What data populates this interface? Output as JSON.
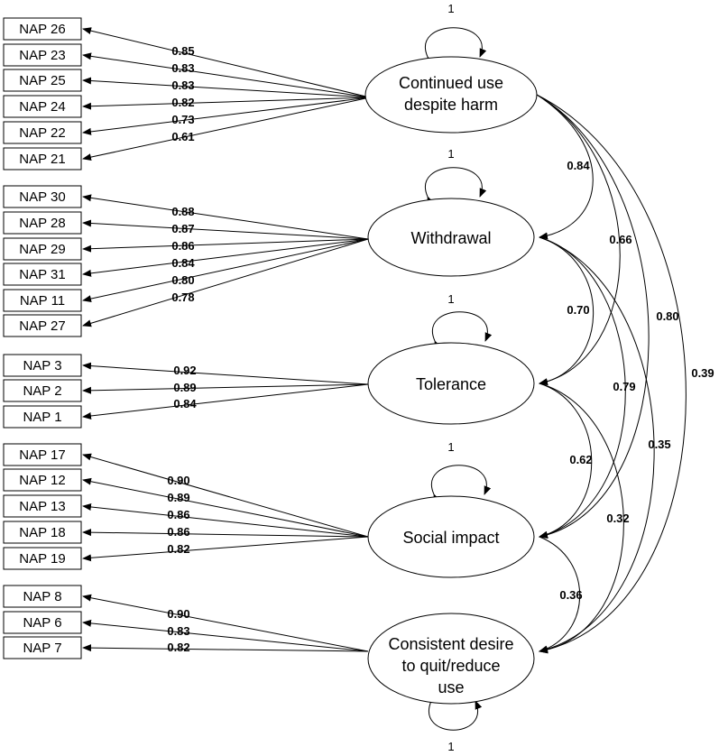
{
  "indicators": {
    "nap26": "NAP 26",
    "nap23": "NAP 23",
    "nap25": "NAP 25",
    "nap24": "NAP 24",
    "nap22": "NAP 22",
    "nap21": "NAP 21",
    "nap30": "NAP 30",
    "nap28": "NAP 28",
    "nap29": "NAP 29",
    "nap31": "NAP 31",
    "nap11": "NAP 11",
    "nap27": "NAP 27",
    "nap3": "NAP 3",
    "nap2": "NAP 2",
    "nap1": "NAP 1",
    "nap17": "NAP 17",
    "nap12": "NAP 12",
    "nap13": "NAP 13",
    "nap18": "NAP 18",
    "nap19": "NAP 19",
    "nap8": "NAP 8",
    "nap6": "NAP 6",
    "nap7": "NAP 7"
  },
  "factors": {
    "f1_line1": "Continued use",
    "f1_line2": "despite harm",
    "f2": "Withdrawal",
    "f3": "Tolerance",
    "f4": "Social impact",
    "f5_line1": "Consistent desire",
    "f5_line2": "to quit/reduce",
    "f5_line3": "use"
  },
  "variances": {
    "f1": "1",
    "f2": "1",
    "f3": "1",
    "f4": "1",
    "f5": "1"
  },
  "loadings": {
    "nap26": "0.85",
    "nap23": "0.83",
    "nap25": "0.83",
    "nap24": "0.82",
    "nap22": "0.73",
    "nap21": "0.61",
    "nap30": "0.88",
    "nap28": "0.87",
    "nap29": "0.86",
    "nap31": "0.84",
    "nap11": "0.80",
    "nap27": "0.78",
    "nap3": "0.92",
    "nap2": "0.89",
    "nap1": "0.84",
    "nap17": "0.90",
    "nap12": "0.89",
    "nap13": "0.86",
    "nap18": "0.86",
    "nap19": "0.82",
    "nap8": "0.90",
    "nap6": "0.83",
    "nap7": "0.82"
  },
  "correlations": {
    "f1_f2": "0.84",
    "f1_f3": "0.66",
    "f1_f4": "0.80",
    "f1_f5": "0.39",
    "f2_f3": "0.70",
    "f2_f4": "0.79",
    "f2_f5": "0.35",
    "f3_f4": "0.62",
    "f3_f5": "0.32",
    "f4_f5": "0.36"
  }
}
